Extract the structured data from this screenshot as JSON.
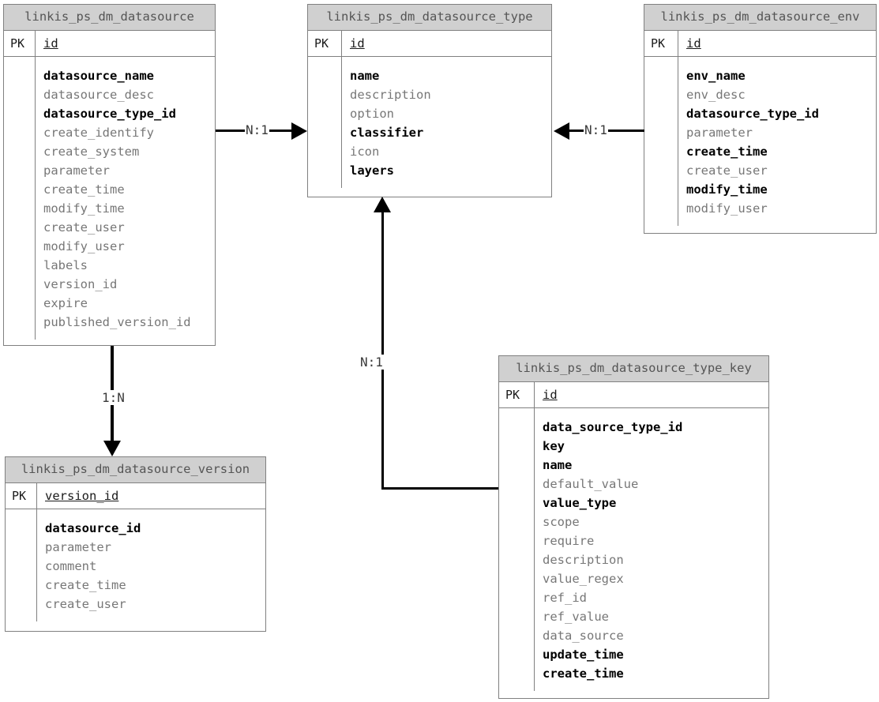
{
  "diagram": {
    "type": "entity-relationship-diagram",
    "background_color": "#ffffff",
    "header_color": "#d0d0d0",
    "border_color": "#808080",
    "bold_attr_color": "#000000",
    "plain_attr_color": "#777777"
  },
  "entities": [
    {
      "id": "datasource",
      "title": "linkis_ps_dm_datasource",
      "pk_label": "PK",
      "pk_field": "id",
      "attributes": [
        {
          "name": "datasource_name",
          "bold": true
        },
        {
          "name": "datasource_desc",
          "bold": false
        },
        {
          "name": "datasource_type_id",
          "bold": true
        },
        {
          "name": "create_identify",
          "bold": false
        },
        {
          "name": "create_system",
          "bold": false
        },
        {
          "name": "parameter",
          "bold": false
        },
        {
          "name": "create_time",
          "bold": false
        },
        {
          "name": "modify_time",
          "bold": false
        },
        {
          "name": "create_user",
          "bold": false
        },
        {
          "name": "modify_user",
          "bold": false
        },
        {
          "name": "labels",
          "bold": false
        },
        {
          "name": "version_id",
          "bold": false
        },
        {
          "name": "expire",
          "bold": false
        },
        {
          "name": "published_version_id",
          "bold": false
        }
      ]
    },
    {
      "id": "datasource_type",
      "title": "linkis_ps_dm_datasource_type",
      "pk_label": "PK",
      "pk_field": "id",
      "attributes": [
        {
          "name": "name",
          "bold": true
        },
        {
          "name": "description",
          "bold": false
        },
        {
          "name": "option",
          "bold": false
        },
        {
          "name": "classifier",
          "bold": true
        },
        {
          "name": "icon",
          "bold": false
        },
        {
          "name": "layers",
          "bold": true
        }
      ]
    },
    {
      "id": "datasource_env",
      "title": "linkis_ps_dm_datasource_env",
      "pk_label": "PK",
      "pk_field": "id",
      "attributes": [
        {
          "name": "env_name",
          "bold": true
        },
        {
          "name": "env_desc",
          "bold": false
        },
        {
          "name": "datasource_type_id",
          "bold": true
        },
        {
          "name": "parameter",
          "bold": false
        },
        {
          "name": "create_time",
          "bold": true
        },
        {
          "name": "create_user",
          "bold": false
        },
        {
          "name": "modify_time",
          "bold": true
        },
        {
          "name": "modify_user",
          "bold": false
        }
      ]
    },
    {
      "id": "datasource_version",
      "title": "linkis_ps_dm_datasource_version",
      "pk_label": "PK",
      "pk_field": "version_id",
      "attributes": [
        {
          "name": "datasource_id",
          "bold": true
        },
        {
          "name": "parameter",
          "bold": false
        },
        {
          "name": "comment",
          "bold": false
        },
        {
          "name": "create_time",
          "bold": false
        },
        {
          "name": "create_user",
          "bold": false
        }
      ]
    },
    {
      "id": "datasource_type_key",
      "title": "linkis_ps_dm_datasource_type_key",
      "pk_label": "PK",
      "pk_field": "id",
      "attributes": [
        {
          "name": "data_source_type_id",
          "bold": true
        },
        {
          "name": "key",
          "bold": true
        },
        {
          "name": "name",
          "bold": true
        },
        {
          "name": "default_value",
          "bold": false
        },
        {
          "name": "value_type",
          "bold": true
        },
        {
          "name": "scope",
          "bold": false
        },
        {
          "name": "require",
          "bold": false
        },
        {
          "name": "description",
          "bold": false
        },
        {
          "name": "value_regex",
          "bold": false
        },
        {
          "name": "ref_id",
          "bold": false
        },
        {
          "name": "ref_value",
          "bold": false
        },
        {
          "name": "data_source",
          "bold": false
        },
        {
          "name": "update_time",
          "bold": true
        },
        {
          "name": "create_time",
          "bold": true
        }
      ]
    }
  ],
  "relationships": [
    {
      "id": "datasource-to-type",
      "from": "linkis_ps_dm_datasource",
      "to": "linkis_ps_dm_datasource_type",
      "cardinality": "N:1"
    },
    {
      "id": "env-to-type",
      "from": "linkis_ps_dm_datasource_env",
      "to": "linkis_ps_dm_datasource_type",
      "cardinality": "N:1"
    },
    {
      "id": "typekey-to-type",
      "from": "linkis_ps_dm_datasource_type_key",
      "to": "linkis_ps_dm_datasource_type",
      "cardinality": "N:1"
    },
    {
      "id": "datasource-to-version",
      "from": "linkis_ps_dm_datasource",
      "to": "linkis_ps_dm_datasource_version",
      "cardinality": "1:N"
    }
  ]
}
